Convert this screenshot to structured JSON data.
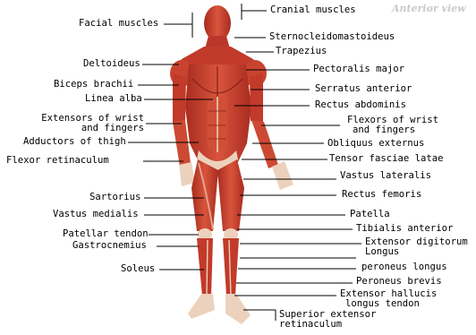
{
  "watermark": "Anterior view",
  "colors": {
    "background": "#ffffff",
    "muscle": "#c23a2a",
    "muscle_light": "#e06a4e",
    "tendon": "#ecd2bd",
    "leader_line": "#000000"
  },
  "labels": {
    "left": {
      "facial_muscles": "Facial muscles",
      "deltoideus": "Deltoideus",
      "biceps_brachii": "Biceps brachii",
      "linea_alba": "Linea alba",
      "extensors_wrist_line1": "Extensors of wrist",
      "extensors_wrist_line2": "and fingers",
      "adductors_thigh": "Adductors of thigh",
      "flexor_retinaculum": "Flexor retinaculum",
      "sartorius": "Sartorius",
      "vastus_medialis": "Vastus medialis",
      "patellar_tendon": "Patellar tendon",
      "gastrocnemius": "Gastrocnemius",
      "soleus": "Soleus"
    },
    "right": {
      "cranial_muscles": "Cranial muscles",
      "sternocleidomastoideus": "Sternocleidomastoideus",
      "trapezius": "Trapezius",
      "pectoralis_major": "Pectoralis major",
      "serratus_anterior": "Serratus anterior",
      "rectus_abdominis": "Rectus abdominis",
      "flexors_wrist_line1": "Flexors of wrist",
      "flexors_wrist_line2": "and fingers",
      "obliquus_externus": "Obliquus externus",
      "tensor_fasciae_latae": "Tensor fasciae latae",
      "vastus_lateralis": "Vastus lateralis",
      "rectus_femoris": "Rectus femoris",
      "patella": "Patella",
      "tibialis_anterior": "Tibialis anterior",
      "extensor_digitorum_line1": "Extensor digitorum",
      "extensor_digitorum_line2": "Longus",
      "peroneus_longus": "peroneus longus",
      "peroneus_brevis": "Peroneus brevis",
      "extensor_hallucis_line1": "Extensor hallucis",
      "extensor_hallucis_line2": "longus tendon",
      "superior_extensor_line1": "Superior extensor",
      "superior_extensor_line2": "retinaculum"
    }
  }
}
